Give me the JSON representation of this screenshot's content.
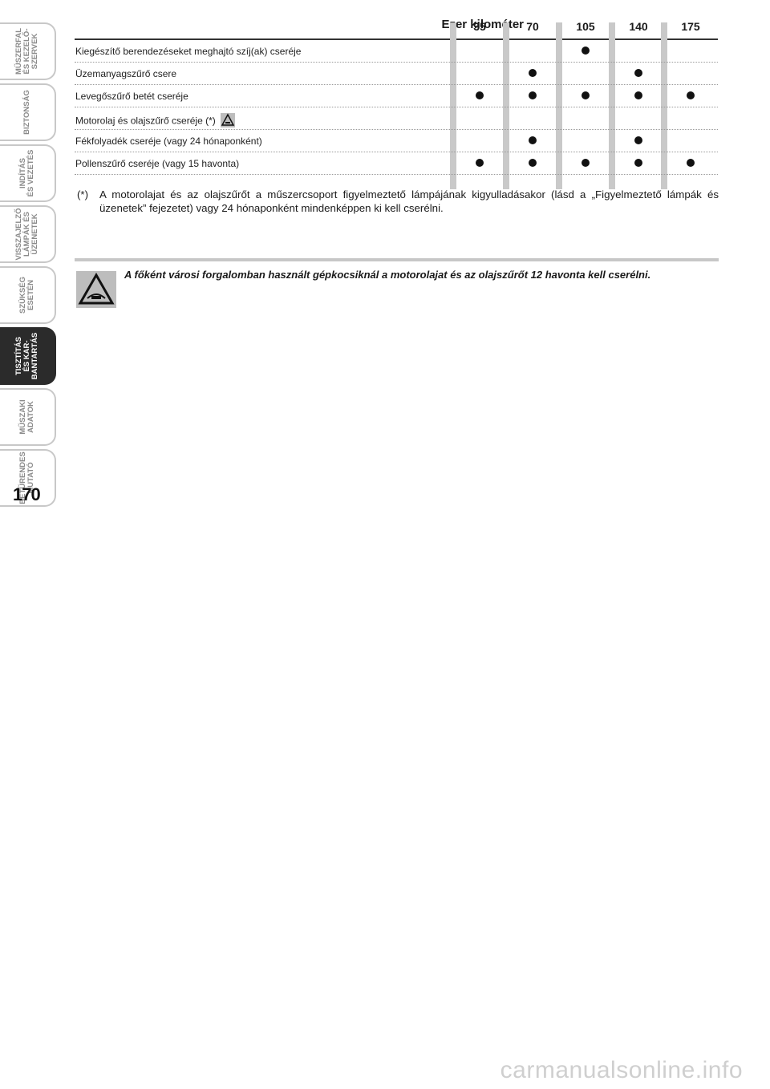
{
  "side_tabs": [
    {
      "label": "MŰSZERFAL\nÉS KEZELŐ-\nSZERVEK",
      "active": false
    },
    {
      "label": "BIZTONSÁG",
      "active": false
    },
    {
      "label": "INDÍTÁS\nÉS VEZETÉS",
      "active": false
    },
    {
      "label": "VISSZAJELZŐ\nLÁMPÁK ÉS\nÜZENETEK",
      "active": false
    },
    {
      "label": "SZÜKSÉG\nESETÉN",
      "active": false
    },
    {
      "label": "TISZTÍTÁS\nÉS KAR-\nBANTARTÁS",
      "active": true
    },
    {
      "label": "MŰSZAKI\nADATOK",
      "active": false
    },
    {
      "label": "BETŰRENDES\nMUTATÓ",
      "active": false
    }
  ],
  "page_number": "170",
  "schedule": {
    "header_label": "Ezer kilométer",
    "columns": [
      "35",
      "70",
      "105",
      "140",
      "175"
    ],
    "rows": [
      {
        "label": "Kiegészítő berendezéseket meghajtó szíj(ak) cseréje",
        "marks": [
          false,
          false,
          true,
          false,
          false
        ],
        "warning_icon": false
      },
      {
        "label": "Üzemanyagszűrő csere",
        "marks": [
          false,
          true,
          false,
          true,
          false
        ],
        "warning_icon": false
      },
      {
        "label": "Levegőszűrő betét cseréje",
        "marks": [
          true,
          true,
          true,
          true,
          true
        ],
        "warning_icon": false
      },
      {
        "label": "Motorolaj és olajszűrő cseréje (*)",
        "marks": [
          false,
          false,
          false,
          false,
          false
        ],
        "warning_icon": true
      },
      {
        "label": "Fékfolyadék cseréje (vagy 24 hónaponként)",
        "marks": [
          false,
          true,
          false,
          true,
          false
        ],
        "warning_icon": false
      },
      {
        "label": "Pollenszűrő cseréje (vagy 15 havonta)",
        "marks": [
          true,
          true,
          true,
          true,
          true
        ],
        "warning_icon": false
      }
    ]
  },
  "footnote": {
    "mark": "(*)",
    "text": "A motorolajat és az olajszűrőt a műszercsoport figyelmeztető lámpájának kigyulladásakor (lásd a „Figyelmeztető lámpák és üzenetek” fejezetet) vagy 24 hónaponként mindenképpen ki kell cserélni."
  },
  "warning": {
    "icon": "oil-warning-icon",
    "text": "A főként városi forgalomban használt gépkocsiknál a motorolajat és az olajszűrőt 12 havonta kell cserélni."
  },
  "watermark": "carmanualsonline.info",
  "colors": {
    "active_tab": "#2b2b2b",
    "column_bar": "#c9c9c9",
    "dot": "#111111"
  }
}
